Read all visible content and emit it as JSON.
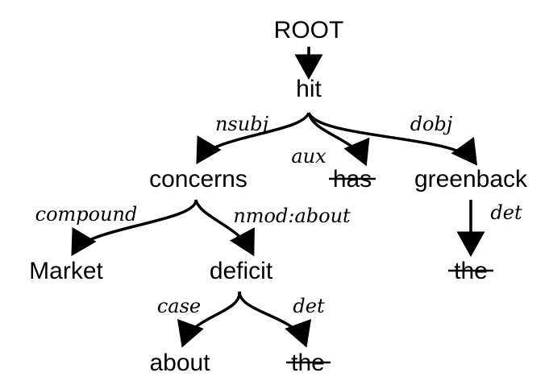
{
  "diagram": {
    "nodes": {
      "root": "ROOT",
      "hit": "hit",
      "concerns": "concerns",
      "has": "has",
      "greenback": "greenback",
      "market": "Market",
      "deficit": "deficit",
      "the_greenback": "the",
      "about": "about",
      "the_deficit": "the"
    },
    "edge_labels": {
      "nsubj": "nsubj",
      "aux": "aux",
      "dobj": "dobj",
      "compound": "compound",
      "nmod_about": "nmod:about",
      "det_greenback": "det",
      "case": "case",
      "det_deficit": "det"
    },
    "struck_out": [
      "has",
      "the_greenback",
      "the_deficit"
    ]
  }
}
